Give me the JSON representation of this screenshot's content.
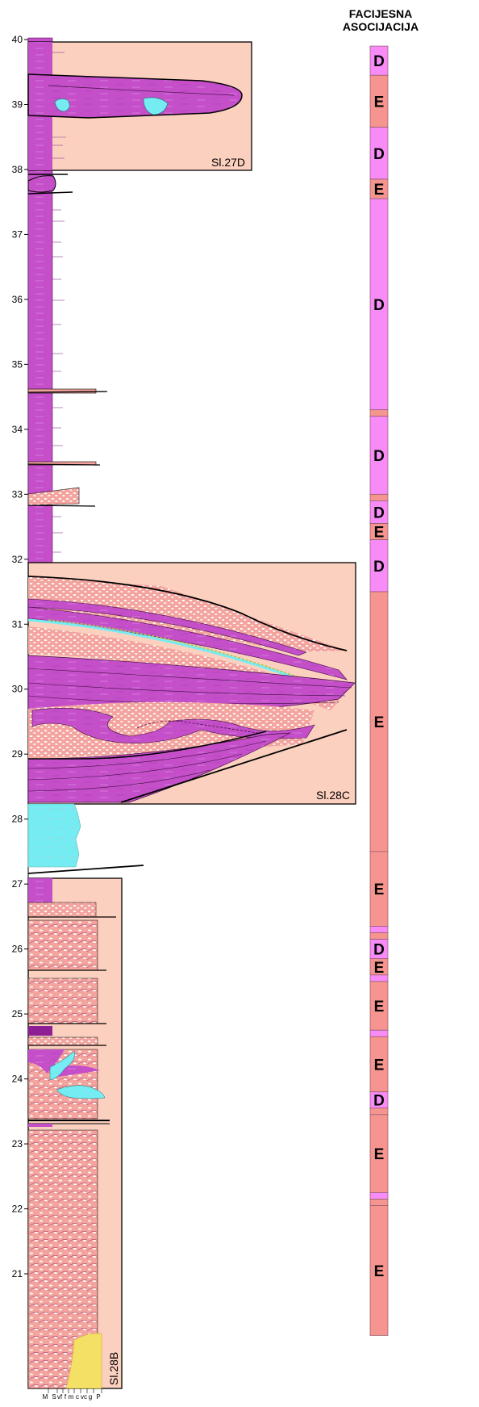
{
  "header": {
    "line1": "FACIJESNA",
    "line2": "ASOCIJACIJA"
  },
  "depth_axis": {
    "min": 20,
    "max": 40,
    "ticks": [
      "21",
      "22",
      "23",
      "24",
      "25",
      "26",
      "27",
      "28",
      "29",
      "30",
      "31",
      "32",
      "33",
      "34",
      "35",
      "36",
      "37",
      "38",
      "39",
      "40"
    ]
  },
  "figure_labels": {
    "upper": "Sl.27D",
    "middle": "Sl.28C",
    "lower": "Sl.28B"
  },
  "grain_scale": [
    "M",
    "S",
    "vf",
    "f",
    "m",
    "c",
    "vc",
    "g",
    "P"
  ],
  "facies": [
    {
      "top": 39.9,
      "bottom": 39.45,
      "code": "D",
      "color": "#f78cf8"
    },
    {
      "top": 39.45,
      "bottom": 38.65,
      "code": "E",
      "color": "#f6958f"
    },
    {
      "top": 38.65,
      "bottom": 37.85,
      "code": "D",
      "color": "#f78cf8"
    },
    {
      "top": 37.85,
      "bottom": 37.55,
      "code": "E",
      "color": "#f6958f"
    },
    {
      "top": 37.55,
      "bottom": 34.3,
      "code": "D",
      "color": "#f78cf8"
    },
    {
      "top": 34.3,
      "bottom": 34.2,
      "code": "",
      "color": "#f6958f"
    },
    {
      "top": 34.2,
      "bottom": 33.0,
      "code": "D",
      "color": "#f78cf8"
    },
    {
      "top": 33.0,
      "bottom": 32.9,
      "code": "",
      "color": "#f6958f"
    },
    {
      "top": 32.9,
      "bottom": 32.55,
      "code": "D",
      "color": "#f78cf8"
    },
    {
      "top": 32.55,
      "bottom": 32.3,
      "code": "E",
      "color": "#f6958f"
    },
    {
      "top": 32.3,
      "bottom": 31.5,
      "code": "D",
      "color": "#f78cf8"
    },
    {
      "top": 31.5,
      "bottom": 27.5,
      "code": "E",
      "color": "#f6958f"
    },
    {
      "top": 27.5,
      "bottom": 26.35,
      "code": "E",
      "color": "#f6958f"
    },
    {
      "top": 26.35,
      "bottom": 26.25,
      "code": "",
      "color": "#f78cf8"
    },
    {
      "top": 26.25,
      "bottom": 26.15,
      "code": "",
      "color": "#f6958f"
    },
    {
      "top": 26.15,
      "bottom": 25.85,
      "code": "D",
      "color": "#f78cf8"
    },
    {
      "top": 25.85,
      "bottom": 25.6,
      "code": "E",
      "color": "#f6958f"
    },
    {
      "top": 25.6,
      "bottom": 25.5,
      "code": "",
      "color": "#f78cf8"
    },
    {
      "top": 25.5,
      "bottom": 24.75,
      "code": "E",
      "color": "#f6958f"
    },
    {
      "top": 24.75,
      "bottom": 24.65,
      "code": "",
      "color": "#f78cf8"
    },
    {
      "top": 24.65,
      "bottom": 23.8,
      "code": "E",
      "color": "#f6958f"
    },
    {
      "top": 23.8,
      "bottom": 23.55,
      "code": "D",
      "color": "#f78cf8"
    },
    {
      "top": 23.55,
      "bottom": 23.45,
      "code": "",
      "color": "#f6958f"
    },
    {
      "top": 23.45,
      "bottom": 22.25,
      "code": "E",
      "color": "#f6958f"
    },
    {
      "top": 22.25,
      "bottom": 22.15,
      "code": "",
      "color": "#f78cf8"
    },
    {
      "top": 22.15,
      "bottom": 22.05,
      "code": "",
      "color": "#f6958f"
    },
    {
      "top": 22.05,
      "bottom": 20.05,
      "code": "E",
      "color": "#f6958f"
    }
  ],
  "colors": {
    "mudstone": "#c44fc9",
    "sand": "#f3a09a",
    "box_fill": "#fcd0bf",
    "calcite": "#74ecf2",
    "dark_line": "#000000"
  }
}
